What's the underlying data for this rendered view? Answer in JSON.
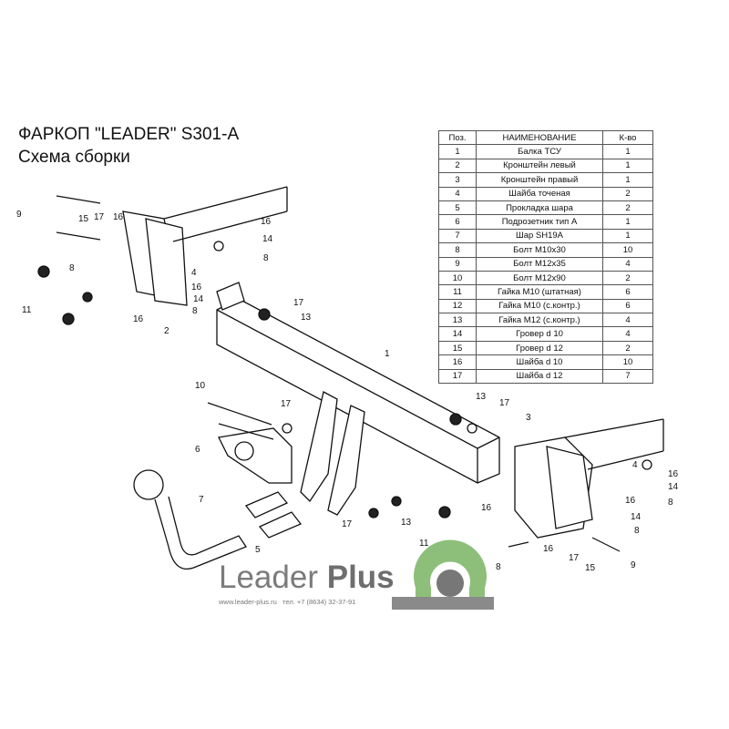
{
  "title": {
    "line1": "ФАРКОП \"LEADER\" S301-A",
    "line2": "Схема сборки"
  },
  "parts_table": {
    "headers": [
      "Поз.",
      "НАИМЕНОВАНИЕ",
      "К-во"
    ],
    "rows": [
      [
        "1",
        "Балка ТСУ",
        "1"
      ],
      [
        "2",
        "Кронштейн левый",
        "1"
      ],
      [
        "3",
        "Кронштейн правый",
        "1"
      ],
      [
        "4",
        "Шайба точеная",
        "2"
      ],
      [
        "5",
        "Прокладка шара",
        "2"
      ],
      [
        "6",
        "Подрозетник тип А",
        "1"
      ],
      [
        "7",
        "Шар SH19A",
        "1"
      ],
      [
        "8",
        "Болт М10х30",
        "10"
      ],
      [
        "9",
        "Болт М12х35",
        "4"
      ],
      [
        "10",
        "Болт М12х90",
        "2"
      ],
      [
        "11",
        "Гайка М10 (штатная)",
        "6"
      ],
      [
        "12",
        "Гайка  М10 (с.контр.)",
        "6"
      ],
      [
        "13",
        "Гайка М12 (с.контр.)",
        "4"
      ],
      [
        "14",
        "Гровер d 10",
        "4"
      ],
      [
        "15",
        "Гровер d 12",
        "2"
      ],
      [
        "16",
        "Шайба d 10",
        "10"
      ],
      [
        "17",
        "Шайба d 12",
        "7"
      ]
    ]
  },
  "callouts": [
    "9",
    "15",
    "17",
    "16",
    "8",
    "11",
    "16",
    "2",
    "4",
    "16",
    "14",
    "8",
    "16",
    "14",
    "8",
    "17",
    "13",
    "1",
    "10",
    "17",
    "6",
    "7",
    "5",
    "17",
    "13",
    "13",
    "17",
    "3",
    "11",
    "16",
    "8",
    "16",
    "17",
    "15",
    "9",
    "4",
    "16",
    "14",
    "8",
    "16",
    "14",
    "8"
  ],
  "brand": {
    "name": "Leader",
    "name_bold": "Plus",
    "website": "www.leader-plus.ru",
    "phone": "тел. +7 (8634) 32-37-91"
  },
  "colors": {
    "logo_green": "#8dbf7a",
    "logo_gray": "#8a8a8a"
  }
}
